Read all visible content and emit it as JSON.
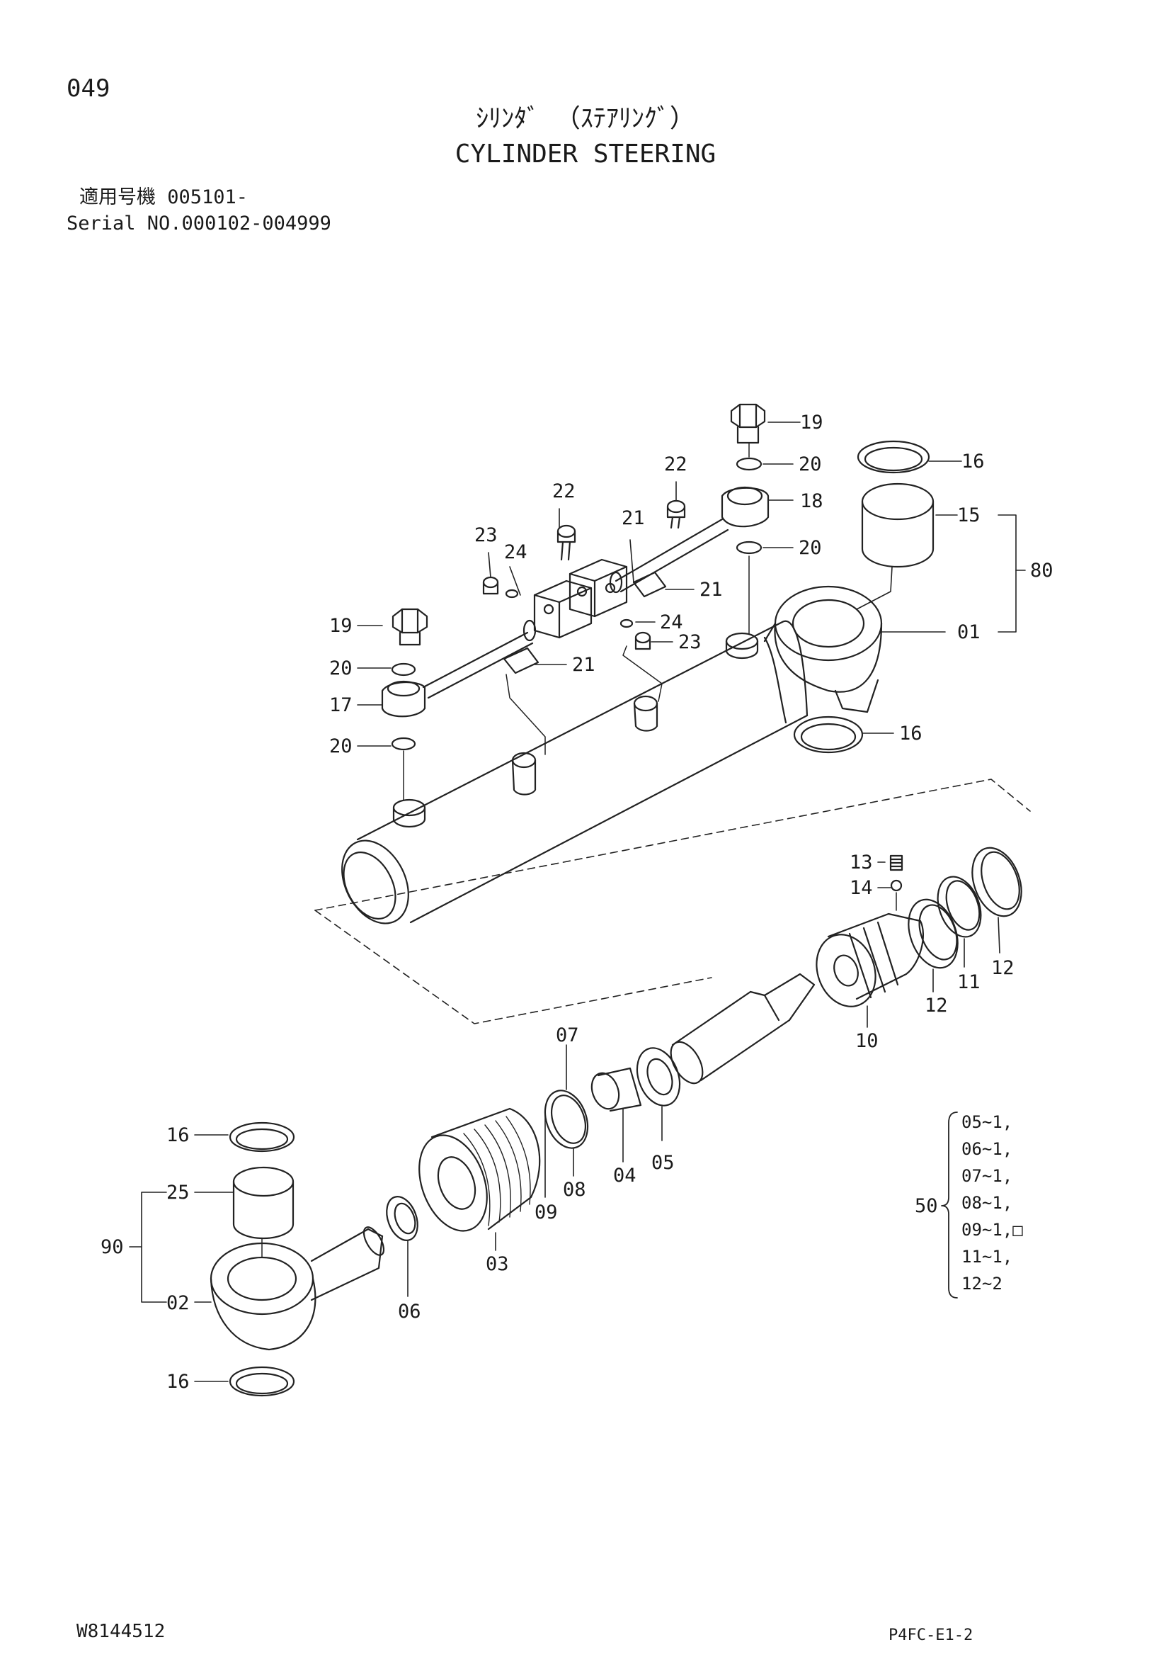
{
  "page_number": "049",
  "title_jp": "ｼﾘﾝﾀﾞ （ｽﾃｱﾘﾝｸﾞ）",
  "title_en": "CYLINDER STEERING",
  "serial_jp": "適用号機 005101-",
  "serial_en": "Serial NO.000102-004999",
  "callouts": [
    "01",
    "02",
    "03",
    "04",
    "05",
    "06",
    "07",
    "08",
    "09",
    "10",
    "11",
    "12",
    "13",
    "14",
    "15",
    "16",
    "17",
    "18",
    "19",
    "20",
    "21",
    "22",
    "23",
    "24",
    "25",
    "50",
    "80",
    "90"
  ],
  "kit_lines": [
    "05~1,",
    "06~1,",
    "07~1,",
    "08~1,",
    "09~1,□",
    "11~1,",
    "12~2"
  ],
  "footer_left": "W8144512",
  "footer_right": "P4FC-E1-2"
}
